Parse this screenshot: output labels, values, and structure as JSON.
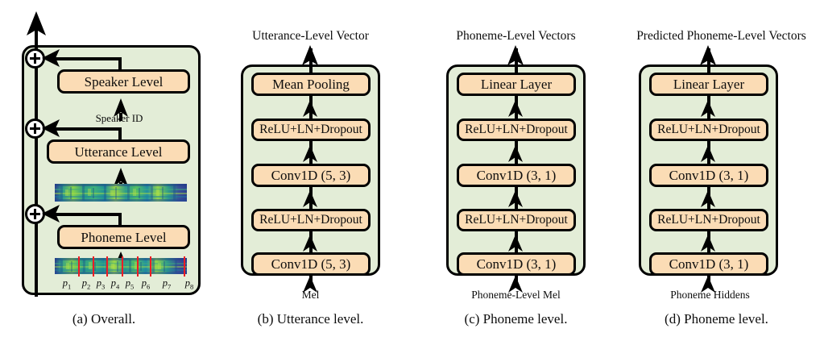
{
  "figure": {
    "panels": [
      {
        "id": "a",
        "caption": "(a) Overall.",
        "top_label": "",
        "bottom_label": "",
        "boxes": [
          {
            "label": "Speaker Level"
          },
          {
            "label": "Utterance Level"
          },
          {
            "label": "Phoneme Level"
          }
        ],
        "inline_label": "Speaker ID",
        "phoneme_labels": [
          "p",
          "p",
          "p",
          "p",
          "p",
          "p",
          "p",
          "p"
        ],
        "phoneme_subscripts": [
          "1",
          "2",
          "3",
          "4",
          "5",
          "6",
          "7",
          "8"
        ],
        "adders": [
          "+",
          "+",
          "+"
        ]
      },
      {
        "id": "b",
        "caption": "(b) Utterance level.",
        "top_label": "Utterance-Level Vector",
        "bottom_label": "Mel",
        "boxes": [
          {
            "label": "Mean Pooling"
          },
          {
            "label": "ReLU+LN+Dropout"
          },
          {
            "label": "Conv1D (5, 3)"
          },
          {
            "label": "ReLU+LN+Dropout"
          },
          {
            "label": "Conv1D (5, 3)"
          }
        ]
      },
      {
        "id": "c",
        "caption": "(c) Phoneme level.",
        "top_label": "Phoneme-Level Vectors",
        "bottom_label": "Phoneme-Level Mel",
        "boxes": [
          {
            "label": "Linear Layer"
          },
          {
            "label": "ReLU+LN+Dropout"
          },
          {
            "label": "Conv1D (3, 1)"
          },
          {
            "label": "ReLU+LN+Dropout"
          },
          {
            "label": "Conv1D (3, 1)"
          }
        ]
      },
      {
        "id": "d",
        "caption": "(d) Phoneme level.",
        "top_label": "Predicted Phoneme-Level Vectors",
        "bottom_label": "Phoneme Hiddens",
        "boxes": [
          {
            "label": "Linear Layer"
          },
          {
            "label": "ReLU+LN+Dropout"
          },
          {
            "label": "Conv1D (3, 1)"
          },
          {
            "label": "ReLU+LN+Dropout"
          },
          {
            "label": "Conv1D (3, 1)"
          }
        ]
      }
    ],
    "colors": {
      "module_fill": "#fbdcb5",
      "panel_fill": "#e3edd7",
      "stroke": "#000000",
      "phoneme_divider": "#ed1c24",
      "background": "#ffffff"
    }
  }
}
